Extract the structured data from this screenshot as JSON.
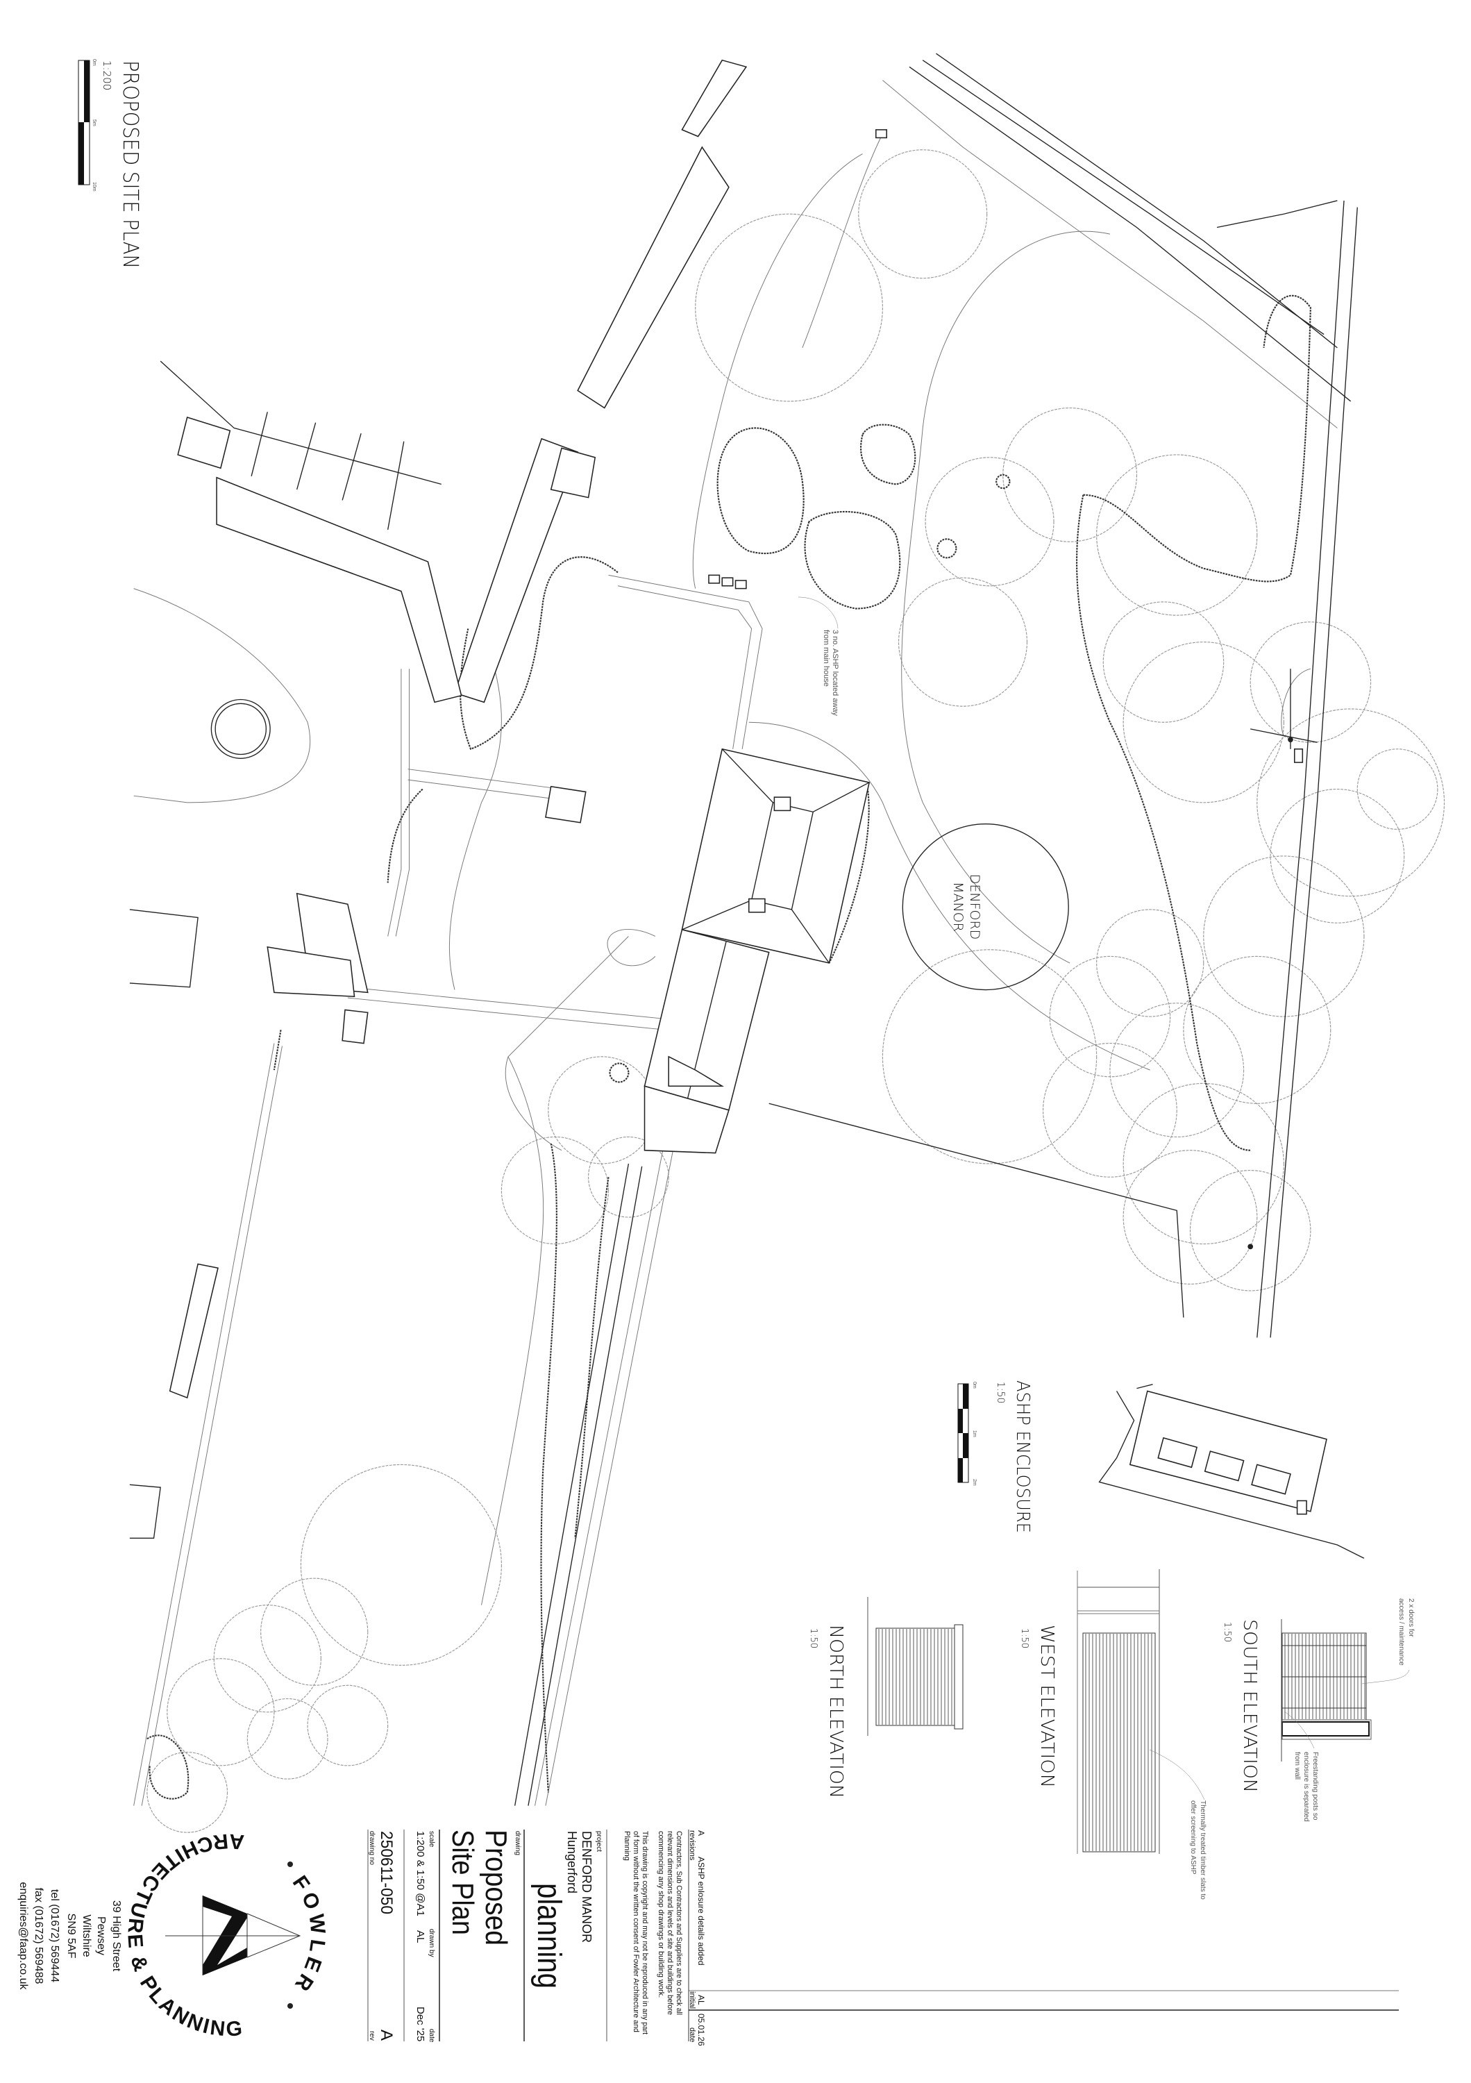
{
  "site_plan": {
    "title": "PROPOSED SITE PLAN",
    "scale": "1:200",
    "scalebar_labels": [
      "0m",
      "5m",
      "10m"
    ],
    "building_label": [
      "DENFORD",
      "MANOR"
    ],
    "ashp_note": [
      "3 no. ASHP located away",
      "from main house"
    ]
  },
  "ashp_enclosure": {
    "title": "ASHP ENCLOSURE",
    "scale": "1:50",
    "scalebar_labels": [
      "0m",
      "1m",
      "2m"
    ]
  },
  "elevations": {
    "south": {
      "title": "SOUTH ELEVATION",
      "scale": "1:50",
      "note_doors": [
        "2 x doors for",
        "access / maintenance"
      ],
      "note_posts": [
        "Freestanding posts so",
        "enclosure is separated",
        "from wall"
      ]
    },
    "west": {
      "title": "WEST ELEVATION",
      "scale": "1:50",
      "note_slats": [
        "Thermally treated timber slats to",
        "offer screening to ASHP"
      ]
    },
    "north": {
      "title": "NORTH ELEVATION",
      "scale": "1:50"
    }
  },
  "title_block": {
    "revisions": {
      "label": "revisions",
      "initial_label": "initial",
      "date_label": "date",
      "items": [
        {
          "rev": "A",
          "description": "ASHP enlosure details added",
          "initial": "AL",
          "date": "05.01.26"
        }
      ]
    },
    "notes": [
      "Contractors, Sub Contractors and Suppliers are to check all",
      "relevant dimensions and levels of site and buildings before",
      "commencing any shop drawings or building work.",
      "This drawing is copyright and may not be reproduced in any part",
      "of form without the written consent of Fowler Architecture and",
      "Planning"
    ],
    "project_label": "project",
    "project": [
      "DENFORD MANOR",
      "Hungerford"
    ],
    "status": "planning",
    "drawing_label": "drawing",
    "drawing": [
      "Proposed",
      "Site Plan"
    ],
    "scale_label": "scale",
    "scale": "1:200 & 1:50 @A1",
    "drawn_by_label": "drawn by",
    "drawn_by": "AL",
    "date_label": "date",
    "date": "Dec '25",
    "drawing_no_label": "drawing no",
    "drawing_no": "250611-050",
    "rev_label": "rev",
    "rev": "A"
  },
  "logo": {
    "text_top": "FOWLER",
    "text_bottom": "ARCHITECTURE & PLANNING"
  },
  "address": [
    "39 High Street",
    "Pewsey",
    "Wiltshire",
    "SN9 5AF",
    "tel (01672) 569444",
    "fax (01672) 569488",
    "enquiries@faap.co.uk"
  ],
  "colors": {
    "status": "#e3161d",
    "linework": "#222222",
    "tree_canopy": "#9a9a9a"
  }
}
